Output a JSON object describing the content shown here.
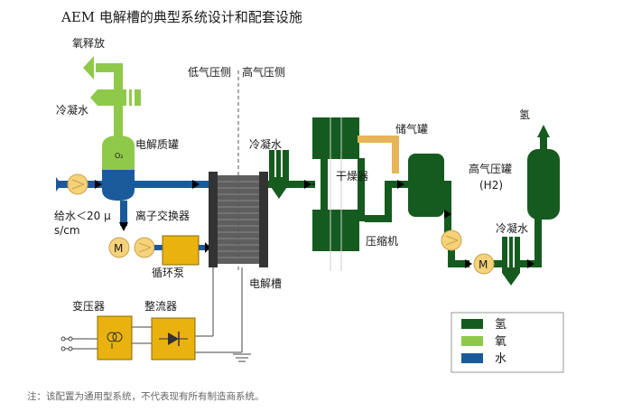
{
  "title": "AEM 电解槽的典型系统设计和配套设施",
  "labels": {
    "oxygen_release": "氧释放",
    "condenser_water_left": "冷凝水",
    "electrolyte_tank": "电解质罐",
    "o2_mark": "O₂",
    "low_pressure_side": "低气压侧",
    "high_pressure_side": "高气压侧",
    "condenser_water_mid": "冷凝水",
    "feed_water_line1": "给水＜20 μ",
    "feed_water_line2": "s/cm",
    "ion_exchanger": "离子交换器",
    "circulation_pump": "循环泵",
    "electrolyzer": "电解槽",
    "transformer": "变压器",
    "rectifier": "整流器",
    "dryer": "干燥器",
    "storage_tank": "储气罐",
    "compressor": "压缩机",
    "high_pressure_tank_line1": "高气压罐",
    "high_pressure_tank_line2": "(H2)",
    "hydrogen_out": "氢",
    "condenser_water_right": "冷凝水",
    "motor_m": "M"
  },
  "legend": [
    {
      "label": "氢",
      "color": "#155b1f"
    },
    {
      "label": "氧",
      "color": "#8fc94a"
    },
    {
      "label": "水",
      "color": "#1b5a9a"
    }
  ],
  "note": "注：该配置为通用型系统，不代表现有所有制造商系统。",
  "colors": {
    "hydrogen": "#155b1f",
    "oxygen": "#8fc94a",
    "water": "#1b5a9a",
    "pump": "#f6d27a",
    "equipment": "#e9b20f",
    "dryer_pipe": "#e7b45a"
  }
}
